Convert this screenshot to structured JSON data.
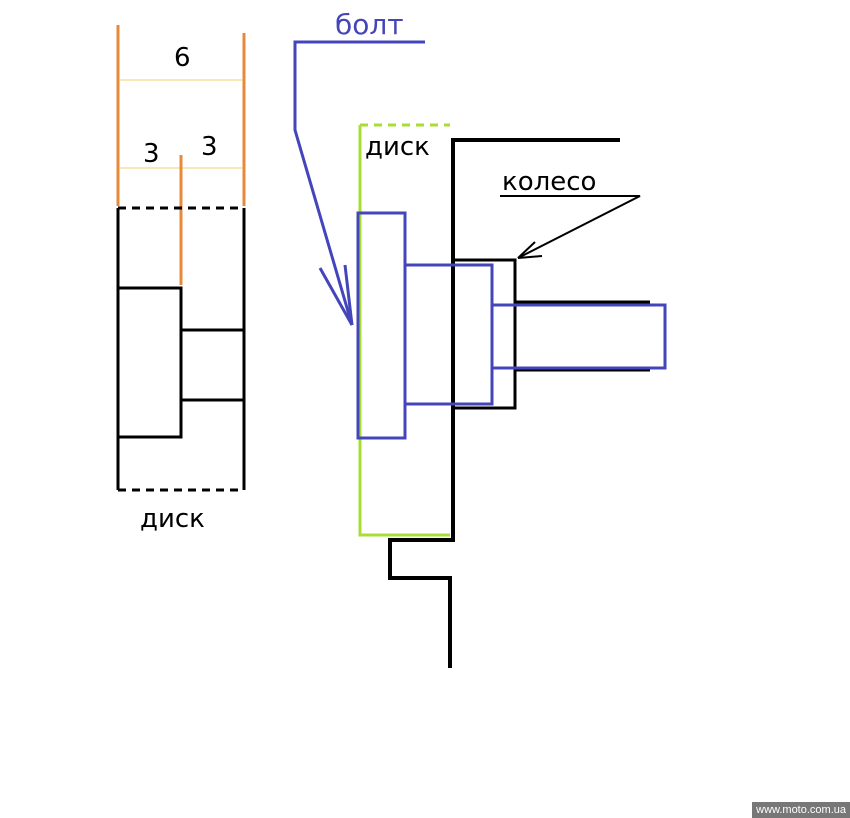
{
  "left_figure": {
    "dim_total": "6",
    "dim_left": "3",
    "dim_right": "3",
    "label": "диск"
  },
  "right_figure": {
    "bolt_label": "болт",
    "disc_label": "диск",
    "wheel_label": "колесо"
  },
  "colors": {
    "orange": "#e8893a",
    "yellow": "#f0d070",
    "blue": "#4444bb",
    "green": "#aadd33",
    "black": "#000000"
  },
  "watermark": "www.moto.com.ua"
}
